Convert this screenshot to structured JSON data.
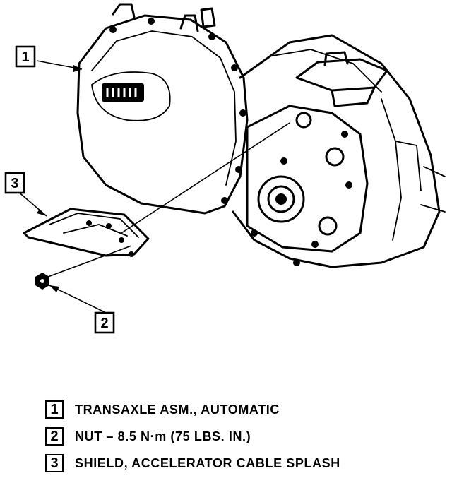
{
  "callouts": [
    {
      "number": "1",
      "text": "TRANSAXLE ASM., AUTOMATIC"
    },
    {
      "number": "2",
      "text": "NUT – 8.5 N·m (75 LBS. IN.)"
    },
    {
      "number": "3",
      "text": "SHIELD, ACCELERATOR CABLE SPLASH"
    }
  ]
}
